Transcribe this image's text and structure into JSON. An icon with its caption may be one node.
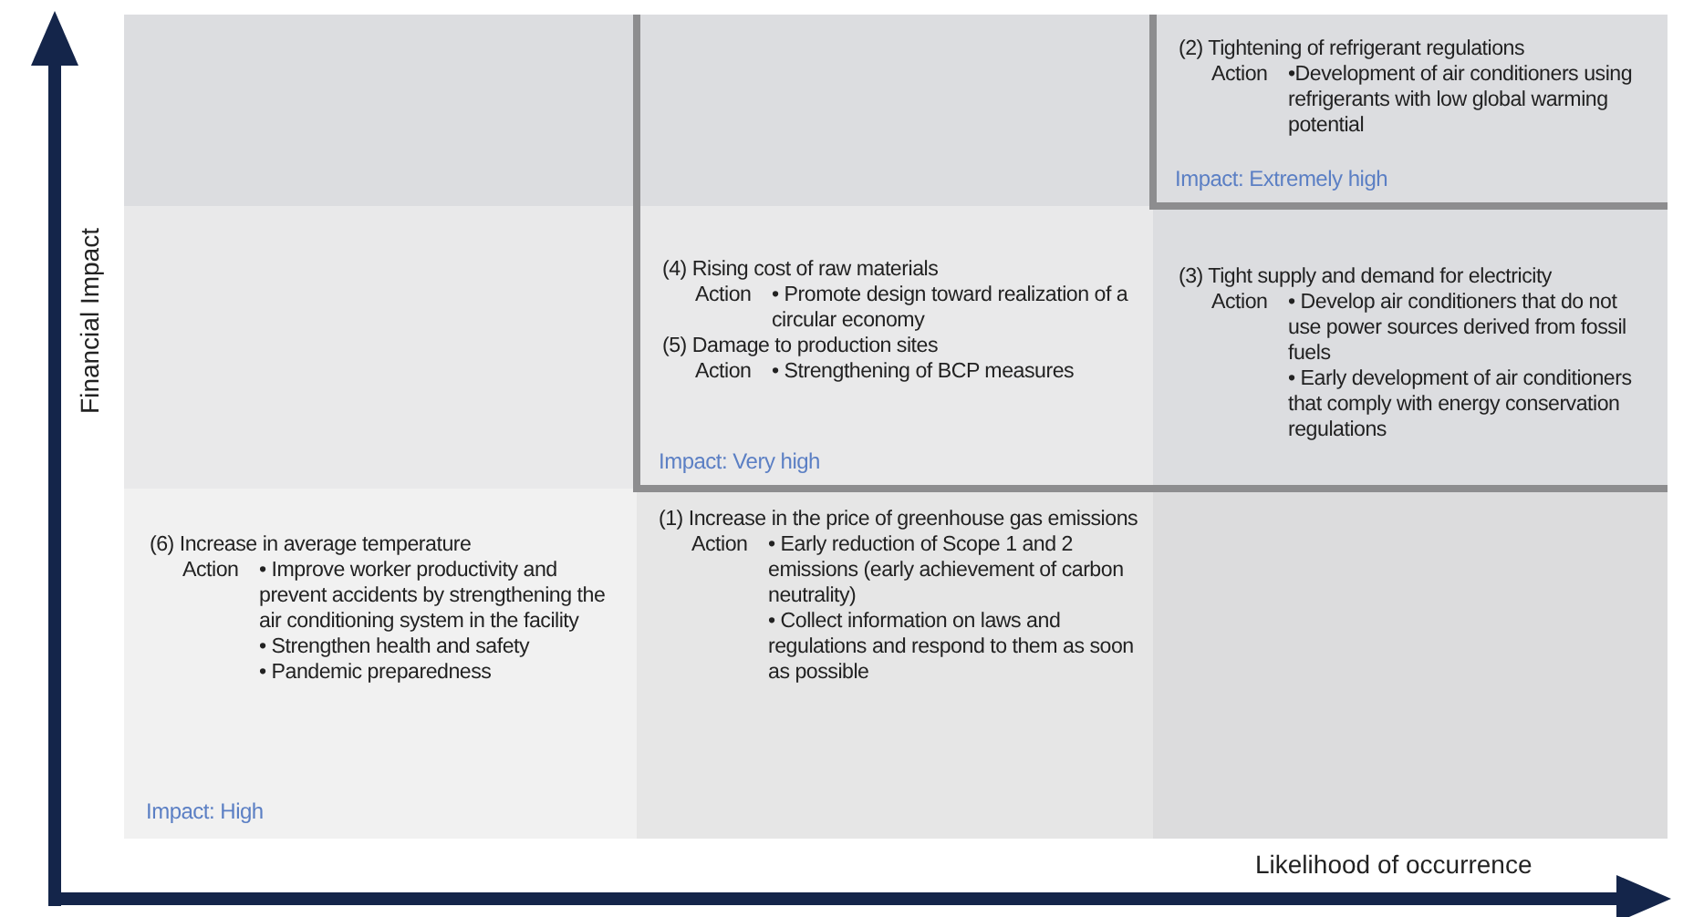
{
  "diagram": {
    "nodes": [
      {
        "text": [],
        "shape": "box"
      },
      {
        "text": [],
        "shape": "box"
      },
      {
        "text": [
          "(2) Tightening of refrigerant regulations",
          "Action",
          "•Development of air conditioners using refrigerants with low global warming potential",
          "Impact: Extremely high"
        ]
      },
      {
        "text": [],
        "shape": "box"
      },
      {
        "text": [
          "(4) Rising cost of raw materials",
          "Action",
          "• Promote design toward realization of a circular economy",
          "(5) Damage to production sites",
          "Action",
          "• Strengthening of BCP measures",
          "Impact: Very high"
        ]
      },
      {
        "text": [
          "(3) Tight supply and demand for electricity",
          "Action",
          "• Develop air conditioners that do not use power sources derived from fossil fuels",
          "• Early development of air conditioners that comply with energy conservation regulations"
        ]
      },
      {
        "text": [
          "(6)  Increase in average temperature",
          "Action",
          "• Improve worker productivity and prevent accidents by strengthening the air conditioning system in the facility",
          "• Strengthen health and safety",
          "• Pandemic preparedness",
          "Impact: High"
        ]
      },
      {
        "text": [
          "(1) Increase in the price of greenhouse gas emissions",
          "Action",
          "• Early reduction of Scope 1 and 2 emissions (early achievement of carbon neutrality)",
          "• Collect information on laws and regulations and respond to them as soon as possible"
        ]
      },
      {
        "text": [],
        "shape": "box"
      }
    ],
    "edges": [],
    "labels": [
      "Financial Impact",
      "Likelihood of occurrence"
    ]
  }
}
